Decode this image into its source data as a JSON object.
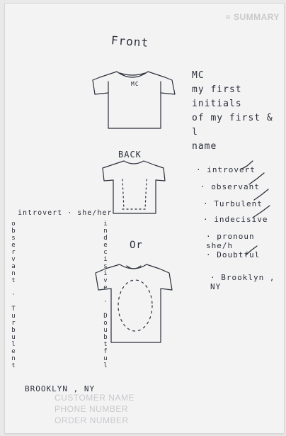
{
  "sketch": {
    "front_title": "Front",
    "front_shirt_text": "MC",
    "note": {
      "line1": "MC",
      "line2": "my first initials",
      "line3": "of my first & l",
      "line4": "name"
    },
    "back_title": "BACK",
    "or_label": "Or",
    "side_label_horizontal": "introvert · she/her",
    "side_label_vertical_left": "observant · Turbulent",
    "side_label_vertical_mid": "indecisive · Doubtful",
    "bottom_location": "BROOKLYN , NY",
    "traits": [
      {
        "label": "· introvert",
        "checked": true
      },
      {
        "label": "· observant",
        "checked": true
      },
      {
        "label": "· Turbulent",
        "checked": true
      },
      {
        "label": "· indecisive",
        "checked": true
      },
      {
        "label": "· pronoun she/h",
        "checked": false
      },
      {
        "label": "· Doubtful",
        "checked": true
      },
      {
        "label": "· Brooklyn , NY",
        "checked": false
      }
    ]
  }
}
